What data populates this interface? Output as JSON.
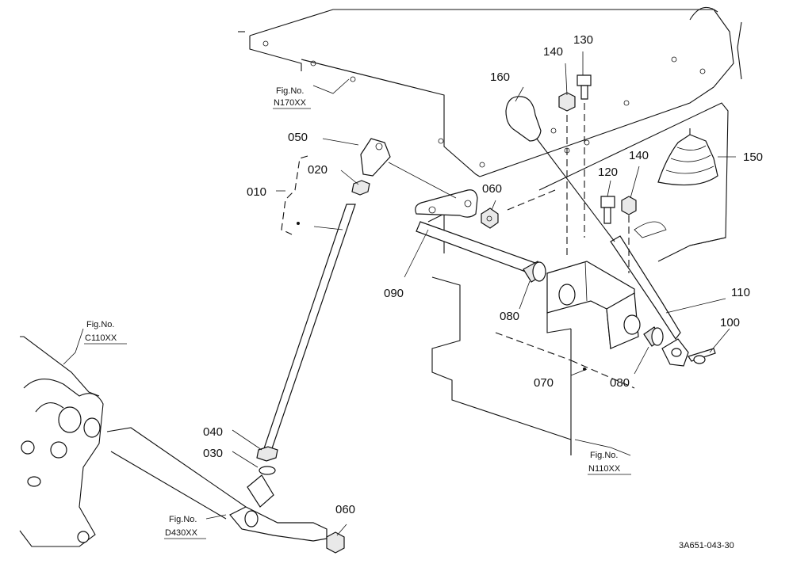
{
  "figure_refs": {
    "n170": {
      "title": "Fig.No.",
      "code": "N170XX"
    },
    "c110": {
      "title": "Fig.No.",
      "code": "C110XX"
    },
    "d430": {
      "title": "Fig.No.",
      "code": "D430XX"
    },
    "n110": {
      "title": "Fig.No.",
      "code": "N110XX"
    }
  },
  "parts": {
    "p010": "010",
    "p020": "020",
    "p030": "030",
    "p040": "040",
    "p050": "050",
    "p060a": "060",
    "p060b": "060",
    "p070": "070",
    "p080a": "080",
    "p080b": "080",
    "p090": "090",
    "p100": "100",
    "p110": "110",
    "p120": "120",
    "p130": "130",
    "p140a": "140",
    "p140b": "140",
    "p150": "150",
    "p160": "160"
  },
  "diagram_code": "3A651-043-30"
}
